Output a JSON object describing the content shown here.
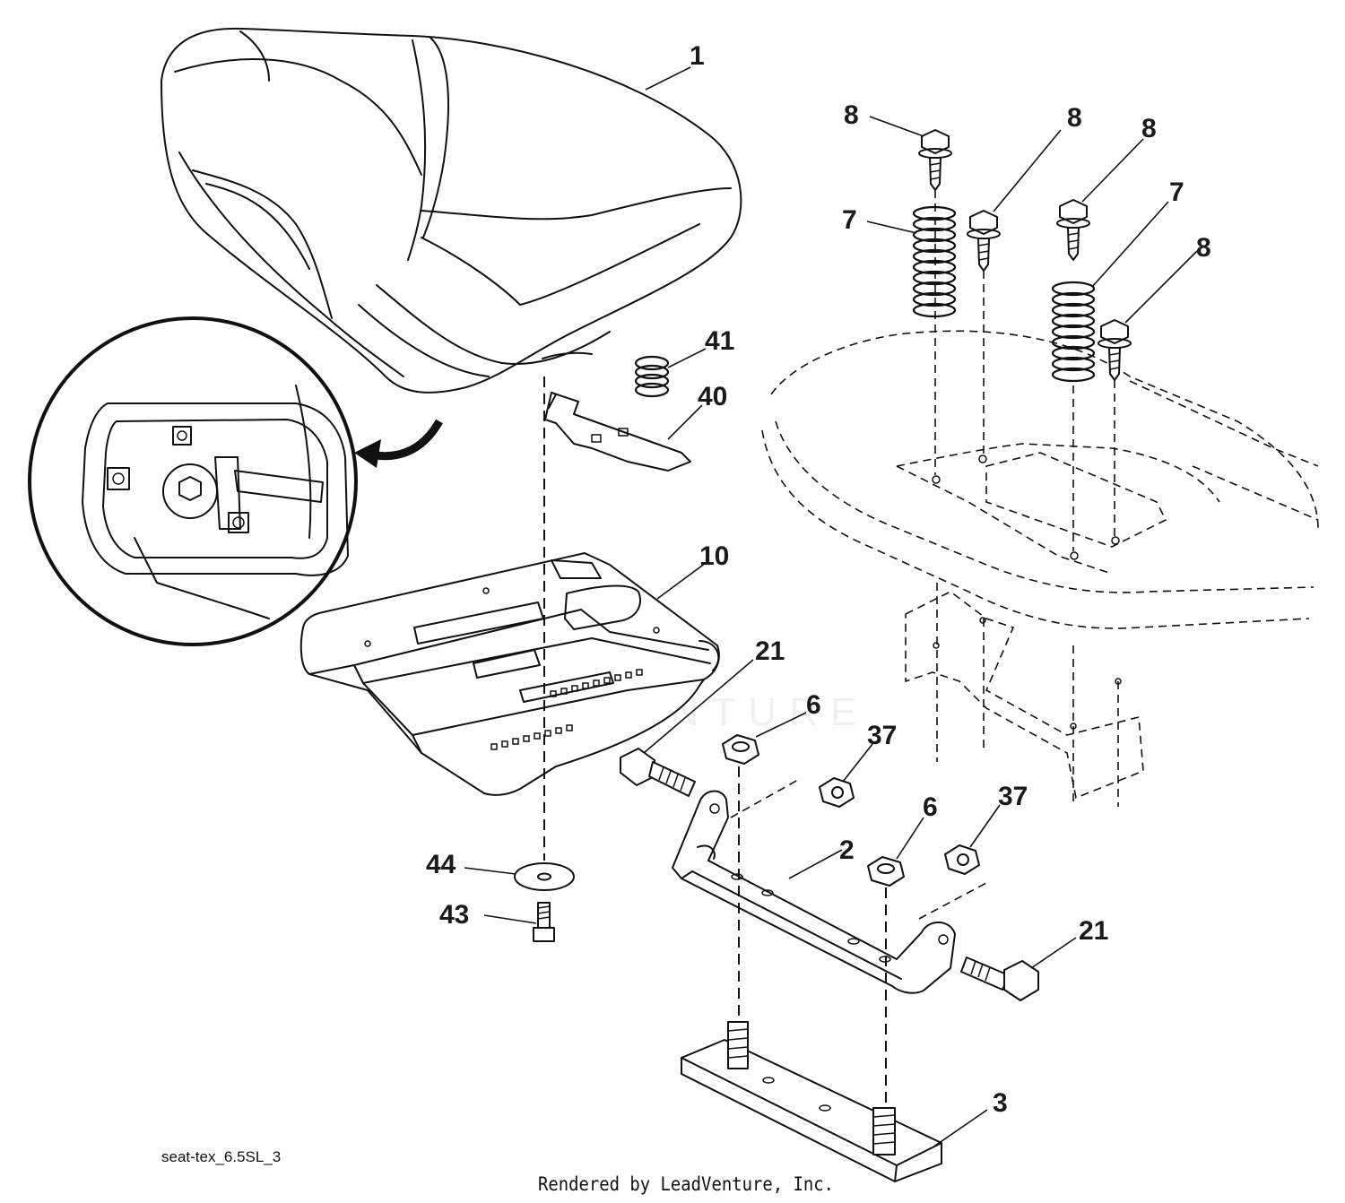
{
  "callouts": [
    {
      "id": "seat",
      "label": "1"
    },
    {
      "id": "seat-bracket",
      "label": "2"
    },
    {
      "id": "seat-plate-bottom",
      "label": "3"
    },
    {
      "id": "nut-left",
      "label": "6"
    },
    {
      "id": "nut-right",
      "label": "6"
    },
    {
      "id": "spring-left",
      "label": "7"
    },
    {
      "id": "spring-right",
      "label": "7"
    },
    {
      "id": "bolt-a",
      "label": "8"
    },
    {
      "id": "bolt-b",
      "label": "8"
    },
    {
      "id": "bolt-c",
      "label": "8"
    },
    {
      "id": "bolt-d",
      "label": "8"
    },
    {
      "id": "seat-pan",
      "label": "10"
    },
    {
      "id": "shoulder-bolt-left",
      "label": "21"
    },
    {
      "id": "shoulder-bolt-right",
      "label": "21"
    },
    {
      "id": "locknut-left",
      "label": "37"
    },
    {
      "id": "locknut-right",
      "label": "37"
    },
    {
      "id": "switch-bracket",
      "label": "40"
    },
    {
      "id": "small-spring",
      "label": "41"
    },
    {
      "id": "screw",
      "label": "43"
    },
    {
      "id": "washer",
      "label": "44"
    }
  ],
  "diagram_code": "seat-tex_6.5SL_3",
  "render_credit": "Rendered by LeadVenture, Inc."
}
